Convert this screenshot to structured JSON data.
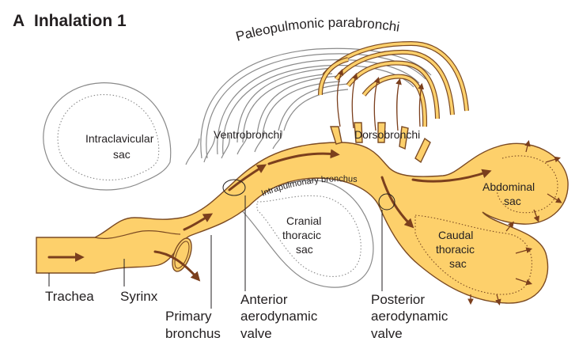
{
  "figure": {
    "panel_letter": "A",
    "title": "Inhalation 1",
    "colors": {
      "airway_fill": "#fdd06b",
      "airway_outline": "#7b4a22",
      "airflow_arrow": "#7b3f1d",
      "inactive_outline": "#8a8a8a",
      "text": "#231f20"
    }
  },
  "labels": {
    "paleopulmonic": "Paleopulmonic parabronchi",
    "intraclavicular_line1": "Intraclavicular",
    "intraclavicular_line2": "sac",
    "ventrobronchi": "Ventrobronchi",
    "dorsobronchi": "Dorsobronchi",
    "intrapulmonary": "Intrapulmonary bronchus",
    "abdominal_line1": "Abdominal",
    "abdominal_line2": "sac",
    "cranial_line1": "Cranial",
    "cranial_line2": "thoracic",
    "cranial_line3": "sac",
    "caudal_line1": "Caudal",
    "caudal_line2": "thoracic",
    "caudal_line3": "sac",
    "trachea": "Trachea",
    "syrinx": "Syrinx",
    "primary_line1": "Primary",
    "primary_line2": "bronchus",
    "anterior_line1": "Anterior",
    "anterior_line2": "aerodynamic",
    "anterior_line3": "valve",
    "posterior_line1": "Posterior",
    "posterior_line2": "aerodynamic",
    "posterior_line3": "valve"
  }
}
